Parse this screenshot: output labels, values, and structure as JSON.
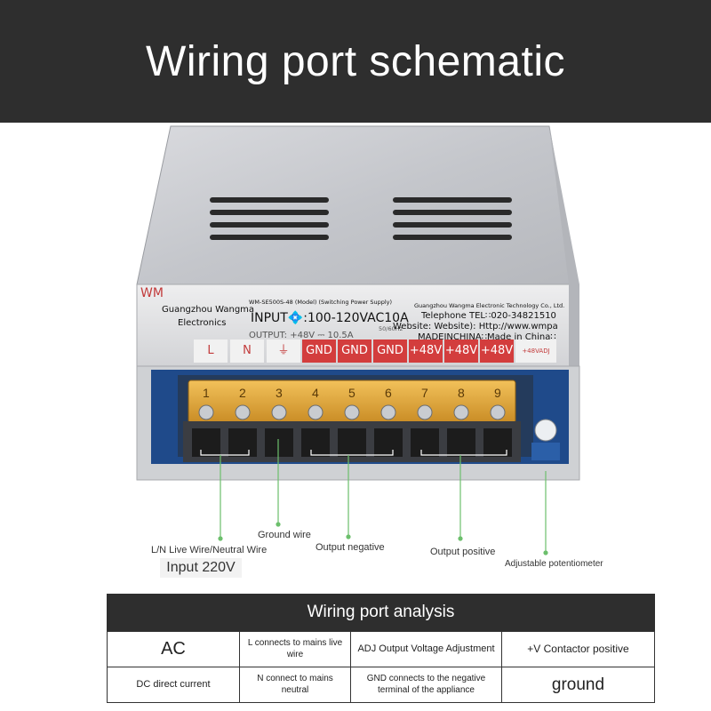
{
  "header": {
    "title": "Wiring port schematic"
  },
  "nameplate": {
    "brand_mark": "WM",
    "company_short": "Guangzhou Wangma",
    "company_short_2": "Electronics",
    "model_line": "WM-SE500S-48 (Model) (Switching Power Supply)",
    "input_line": "INPUT💠:100-120VAC10A",
    "output_line": "OUTPUT: +48V ⎓ 10.5A",
    "frequency": "50/60Hz",
    "company_full": "Guangzhou Wangma Electronic Technology Co., Ltd.",
    "telephone": "Telephone TEL∷020-34821510",
    "website": "Website: Website): Http://www.wmpa",
    "origin": "MADEINCHINA∷Made in China∷",
    "port_number_1": "1"
  },
  "ports": [
    {
      "label": "L",
      "number": "1"
    },
    {
      "label": "N",
      "number": "2"
    },
    {
      "label": "⏚",
      "number": "3"
    },
    {
      "label": "GND",
      "number": "4"
    },
    {
      "label": "GND",
      "number": "5"
    },
    {
      "label": "GND",
      "number": "6"
    },
    {
      "label": "+48V",
      "number": "7"
    },
    {
      "label": "+48V",
      "number": "8"
    },
    {
      "label": "+48V",
      "number": "9"
    },
    {
      "label": "+48VADJ",
      "number": ""
    }
  ],
  "callouts": {
    "live_neutral": "L/N Live Wire/Neutral Wire",
    "input_voltage": "Input 220V",
    "ground_wire": "Ground wire",
    "output_negative": "Output negative",
    "output_positive": "Output positive",
    "potentiometer": "Adjustable potentiometer"
  },
  "analysis": {
    "title": "Wiring port analysis",
    "rows": [
      [
        "AC",
        "L connects to mains live wire",
        "ADJ Output Voltage Adjustment",
        "+V Contactor positive"
      ],
      [
        "DC direct current",
        "N connect to mains neutral",
        "GND connects to the negative terminal of the appliance",
        "ground"
      ]
    ]
  },
  "colors": {
    "header_bg": "#2e2e2e",
    "port_red": "#d33d3d",
    "callout_line": "#6cbf6c",
    "terminal_amber": "#e0a53a"
  }
}
